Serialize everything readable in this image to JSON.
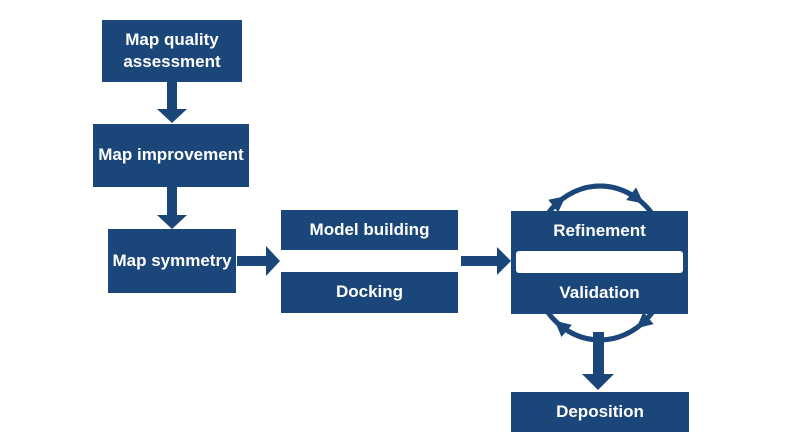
{
  "diagram": {
    "type": "flowchart",
    "colors": {
      "primary": "#1B4679",
      "text_on_primary": "#FFFFFF",
      "canvas": "#FFFFFF"
    },
    "nodes": {
      "map_quality": {
        "label": "Map quality assessment"
      },
      "map_improvement": {
        "label": "Map improvement"
      },
      "map_symmetry": {
        "label": "Map symmetry"
      },
      "model_building": {
        "label": "Model building"
      },
      "docking": {
        "label": "Docking"
      },
      "refinement": {
        "label": "Refinement"
      },
      "validation": {
        "label": "Validation"
      },
      "deposition": {
        "label": "Deposition"
      }
    },
    "edges": [
      "map_quality -> map_improvement",
      "map_improvement -> map_symmetry",
      "map_symmetry -> model_building/docking",
      "model_building/docking -> refinement/validation",
      "refinement <-> validation (clockwise iteration cycle)",
      "refinement/validation -> deposition"
    ]
  }
}
